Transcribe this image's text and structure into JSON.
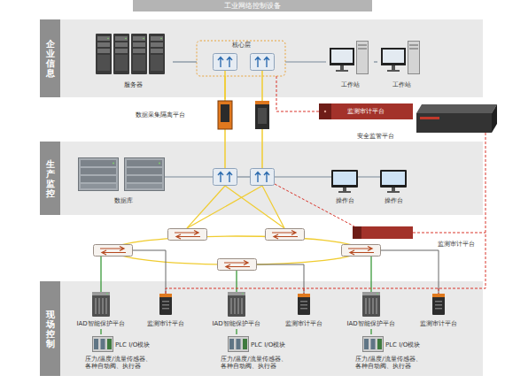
{
  "diagram": {
    "title": "工业网络控制设备",
    "nodes": [
      {
        "text": [
          "企业信息"
        ]
      },
      {
        "text": [
          "服务器"
        ],
        "in": 0
      },
      {
        "text": [
          "核心层"
        ],
        "in": 0
      },
      {
        "text": [
          "工作站"
        ],
        "in": 0
      },
      {
        "text": [
          "工作站"
        ],
        "in": 0
      },
      {
        "text": [
          "数据采集隔离平台"
        ]
      },
      {
        "text": [
          "监测审计平台"
        ]
      },
      {
        "text": [
          "安全监管平台"
        ]
      },
      {
        "text": [
          "生产监控"
        ]
      },
      {
        "text": [
          "数据库"
        ],
        "in": 8
      },
      {
        "text": [
          "操作台"
        ],
        "in": 8
      },
      {
        "text": [
          "操作台"
        ],
        "in": 8
      },
      {
        "text": [
          "监测审计平台"
        ]
      },
      {
        "text": [
          "现场控制"
        ]
      },
      {
        "text": [
          "IAD智能保护平台"
        ],
        "in": 13
      },
      {
        "text": [
          "监测审计平台"
        ],
        "in": 13
      },
      {
        "text": [
          "PLC I/O模块"
        ],
        "in": 13
      },
      {
        "text": [
          "IAD智能保护平台"
        ],
        "in": 13
      },
      {
        "text": [
          "监测审计平台"
        ],
        "in": 13
      },
      {
        "text": [
          "PLC I/O模块"
        ],
        "in": 13
      },
      {
        "text": [
          "IAD智能保护平台"
        ],
        "in": 13
      },
      {
        "text": [
          "监测审计平台"
        ],
        "in": 13
      },
      {
        "text": [
          "PLC I/O模块"
        ],
        "in": 13
      }
    ],
    "edges": [
      {
        "from": 1,
        "to": 2,
        "arrow": "none"
      },
      {
        "from": 2,
        "to": 3,
        "arrow": "none"
      },
      {
        "from": 3,
        "to": 4,
        "arrow": "none"
      },
      {
        "from": 2,
        "to": 5,
        "arrow": "none"
      },
      {
        "from": 2,
        "to": 6,
        "arrow": "none"
      },
      {
        "from": 14,
        "to": 16,
        "arrow": "none"
      },
      {
        "from": 17,
        "to": 19,
        "arrow": "none"
      },
      {
        "from": 20,
        "to": 22,
        "arrow": "none"
      }
    ],
    "labels": [
      "压力/温度/流量传感器、各种自动阀、执行器",
      "压力/温度/流量传感器、各种自动阀、执行器",
      "压力/温度/流量传感器、各种自动阀、执行器"
    ]
  }
}
